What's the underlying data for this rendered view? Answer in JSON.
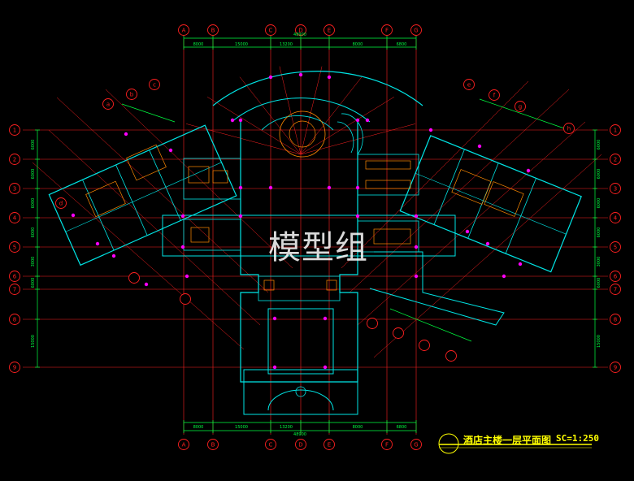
{
  "drawing": {
    "title": "酒店主楼一层平面图",
    "scale": "SC=1:250",
    "watermark": "模型组",
    "background": "#000000",
    "colors": {
      "axis": "#ff2020",
      "wall": "#00e5e5",
      "dim": "#00ff40",
      "node": "#ff00ff",
      "furniture": "#ff8a00",
      "title": "#ffff00"
    }
  },
  "grid": {
    "top_bubbles": [
      "A",
      "B",
      "C",
      "D",
      "E",
      "F",
      "G"
    ],
    "bottom_bubbles": [
      "A",
      "B",
      "C",
      "D",
      "E",
      "F",
      "G"
    ],
    "left_bubbles": [
      "1",
      "2",
      "3",
      "4",
      "5",
      "6",
      "7",
      "8",
      "9"
    ],
    "right_bubbles": [
      "1",
      "2",
      "3",
      "4",
      "5",
      "6",
      "7",
      "8",
      "9"
    ],
    "diag_left_bubbles": [
      "a",
      "b",
      "c",
      "d"
    ],
    "diag_right_bubbles": [
      "e",
      "f",
      "g",
      "h"
    ]
  },
  "dimensions": {
    "top_total": "48900",
    "top_segments": [
      "8000",
      "15000",
      "13200",
      "8000",
      "6800"
    ],
    "bottom_total": "48900",
    "bottom_segments": [
      "8000",
      "15000",
      "13200",
      "8000",
      "6800"
    ],
    "left_segments": [
      "6000",
      "6000",
      "6000",
      "6000",
      "3000",
      "6000",
      "15000"
    ],
    "right_segments": [
      "6000",
      "6000",
      "6000",
      "6000",
      "3000",
      "6000",
      "15000"
    ]
  }
}
